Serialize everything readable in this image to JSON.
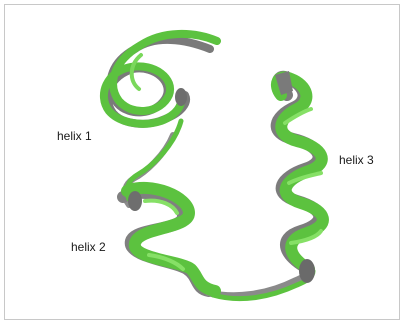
{
  "labels": {
    "helix1": "helix 1",
    "helix2": "helix 2",
    "helix3": "helix 3"
  },
  "colors": {
    "green_structure": "#5cc23f",
    "gray_structure": "#8a8a8a",
    "frame": "#c8c8c8"
  }
}
